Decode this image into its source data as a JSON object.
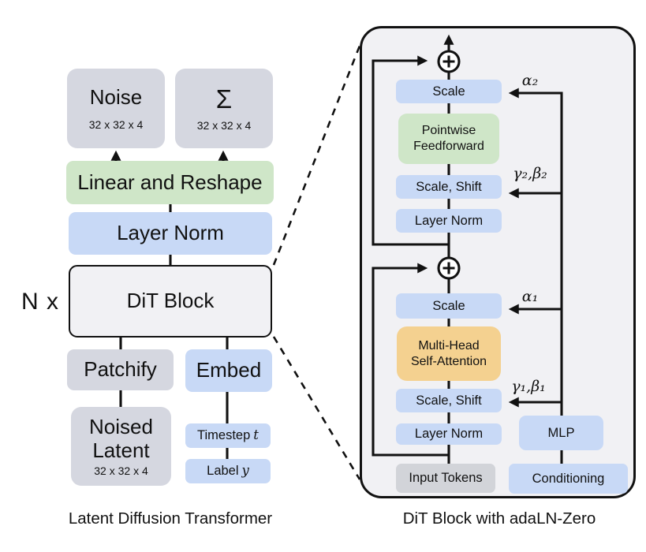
{
  "figure": {
    "left": {
      "caption": "Latent Diffusion Transformer",
      "multiplier": "N x",
      "noise": {
        "label": "Noise",
        "dims": "32 x 32 x 4"
      },
      "sigma": {
        "label": "Σ",
        "dims": "32 x 32 x 4"
      },
      "linear_reshape": "Linear and Reshape",
      "layer_norm": "Layer Norm",
      "dit_block": "DiT Block",
      "patchify": "Patchify",
      "embed": "Embed",
      "noised_latent": {
        "label": "Noised\nLatent",
        "dims": "32 x 32 x 4"
      },
      "timestep": {
        "text": "Timestep",
        "var": "t"
      },
      "label": {
        "text": "Label",
        "var": "y"
      }
    },
    "right": {
      "caption": "DiT Block with adaLN-Zero",
      "scale_top": "Scale",
      "pointwise_feedforward": "Pointwise\nFeedforward",
      "scale_shift_top": "Scale, Shift",
      "layer_norm_top": "Layer Norm",
      "scale_bottom": "Scale",
      "mhsa": "Multi-Head\nSelf-Attention",
      "scale_shift_bottom": "Scale, Shift",
      "layer_norm_bottom": "Layer Norm",
      "mlp": "MLP",
      "input_tokens": "Input Tokens",
      "conditioning": "Conditioning",
      "alpha2": "α₂",
      "gamma_beta2": "γ₂,β₂",
      "alpha1": "α₁",
      "gamma_beta1": "γ₁,β₁"
    },
    "colors": {
      "blue": "#c8d9f6",
      "gray": "#d5d7e0",
      "green": "#cfe6c8",
      "orange": "#f4d190",
      "panel": "#f1f1f4",
      "line": "#111111"
    }
  }
}
